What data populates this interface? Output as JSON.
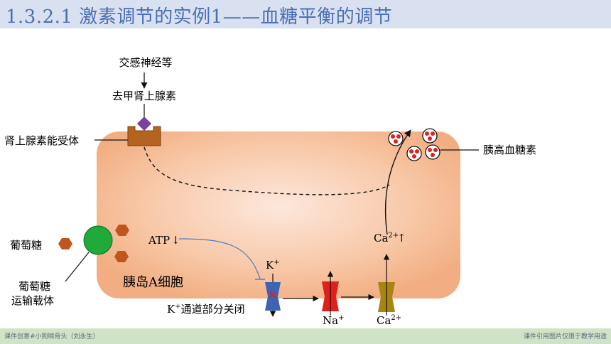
{
  "header": {
    "title": "1.3.2.1 激素调节的实例1——血糖平衡的调节"
  },
  "labels": {
    "sympathetic": "交感神经等",
    "norepinephrine": "去甲肾上腺素",
    "adrenal_receptor": "肾上腺素能受体",
    "glucagon": "胰高血糖素",
    "glucose": "葡萄糖",
    "transporter_line1": "葡萄糖",
    "transporter_line2": "运输载体",
    "atp": "ATP",
    "atp_arrow": "↓",
    "cell_name": "胰岛A细胞",
    "k_ion": "K",
    "k_sup": "+",
    "k_channel_closed_k": "K",
    "k_channel_closed_sup": "+",
    "k_channel_closed_text": "通道部分关闭",
    "na_ion": "Na",
    "na_sup": "+",
    "ca_ion": "Ca",
    "ca_sup": "2+",
    "ca_in": "Ca",
    "ca_in_sup": "2+",
    "ca_in_arrow": "↑"
  },
  "footer": {
    "left": "课件创意#小狗啃骨头（刘永生）",
    "right": "课件引用图片仅限于教学用途"
  },
  "colors": {
    "title": "#4a6fb5",
    "header_bg": "#d9e0ef",
    "footer_bg": "#cfe3c7",
    "cell_fill": "#f4b890",
    "receptor": "#b5641f",
    "hormone": "#7b3f9e",
    "transporter": "#1faa3a",
    "glucose": "#c0561c",
    "k_channel": "#3d63b5",
    "na_channel": "#e0201a",
    "ca_channel": "#a88410",
    "granule": "#e0201a",
    "inhibition": "#4a7fc0"
  }
}
